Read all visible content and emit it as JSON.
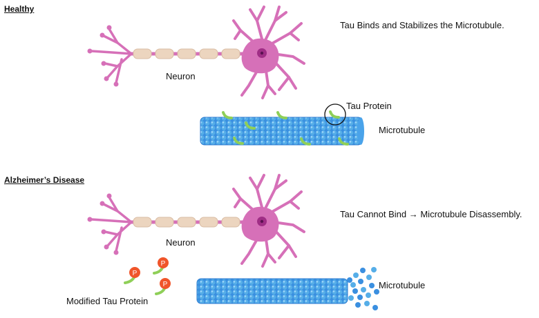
{
  "healthy": {
    "title": "Healthy",
    "caption": "Tau Binds and Stabilizes the Microtubule.",
    "neuron_label": "Neuron",
    "tau_label": "Tau Protein",
    "microtubule_label": "Microtubule"
  },
  "disease": {
    "title": "Alzheimer’s Disease",
    "caption": "Tau Cannot Bind → Microtubule Disassembly.",
    "neuron_label": "Neuron",
    "modified_tau_label": "Modified Tau Protein",
    "microtubule_label": "Microtubule",
    "phosphate_symbol": "P"
  },
  "colors": {
    "neuron": "#d670b8",
    "neuron_dark": "#c55aa8",
    "nucleus": "#a02e86",
    "myelin": "#ecd5bf",
    "tubulin_light": "#63b9f0",
    "tubulin_dark": "#2c7bd0",
    "tau": "#8fcf58",
    "phosphate": "#f0552a"
  }
}
